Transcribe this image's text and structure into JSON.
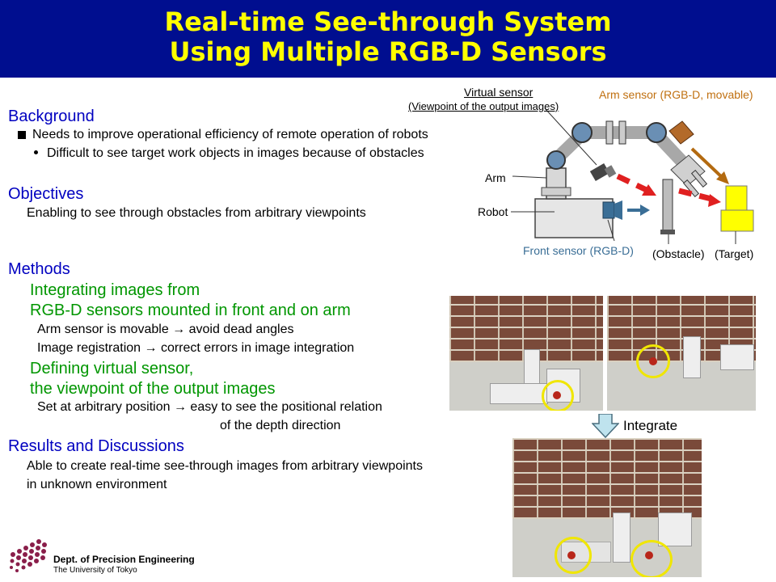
{
  "title": {
    "line1": "Real-time See-through System",
    "line2": "Using Multiple RGB-D Sensors"
  },
  "background": {
    "heading": "Background",
    "bullet1": "Needs to improve operational efficiency of remote operation of robots",
    "bullet2": "Difficult to see target work objects in images because of obstacles"
  },
  "objectives": {
    "heading": "Objectives",
    "text": "Enabling to see through obstacles from arbitrary viewpoints"
  },
  "methods": {
    "heading": "Methods",
    "green1_line1": "Integrating images from",
    "green1_line2": "RGB-D sensors mounted in front and on arm",
    "detail1": "Arm sensor is movable → avoid dead angles",
    "detail2": "Image registration → correct errors in image integration",
    "green2_line1": "Defining virtual sensor,",
    "green2_line2": "the viewpoint of the output images",
    "detail3_line1": "Set at arbitrary position → easy to see the positional relation",
    "detail3_line2": "of the depth direction"
  },
  "results": {
    "heading": "Results and Discussions",
    "line1": "Able to create real-time see-through images from arbitrary viewpoints",
    "line2": "in unknown environment"
  },
  "diagram": {
    "virtual_sensor": "Virtual sensor",
    "virtual_sensor_sub": "(Viewpoint of the output images)",
    "arm_sensor": "Arm sensor (RGB-D, movable)",
    "arm": "Arm",
    "robot": "Robot",
    "front_sensor": "Front sensor (RGB-D)",
    "obstacle": "(Obstacle)",
    "target": "(Target)",
    "integrate": "Integrate"
  },
  "logo": {
    "line1": "Dept. of Precision Engineering",
    "line2": "The University of Tokyo"
  },
  "colors": {
    "header_bg": "#000e8f",
    "title": "#ffff00",
    "section": "#0000c0",
    "green": "#009600",
    "arm_sensor": "#c07010",
    "front_sensor": "#3a6e96",
    "red_arrow": "#e02020",
    "target": "#ffff00",
    "circle": "#f0e600"
  }
}
